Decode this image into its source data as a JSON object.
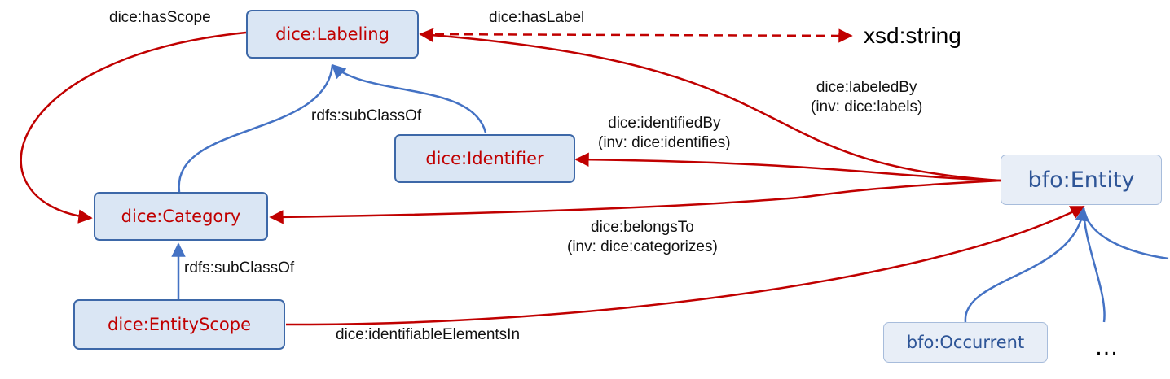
{
  "colors": {
    "dice_text": "#c00000",
    "dice_fill": "#dae6f4",
    "dice_border": "#3d68a8",
    "bfo_text": "#2e5597",
    "red_edge": "#c00000",
    "blue_edge": "#4472c4"
  },
  "nodes": {
    "labeling": "dice:Labeling",
    "identifier": "dice:Identifier",
    "category": "dice:Category",
    "entity_scope": "dice:EntityScope",
    "entity": "bfo:Entity",
    "occurrent": "bfo:Occurrent",
    "xsd_string": "xsd:string",
    "more": "…"
  },
  "edges": {
    "has_scope": "dice:hasScope",
    "has_label": "dice:hasLabel",
    "labeled_by": "dice:labeledBy",
    "labeled_by_inv": "(inv: dice:labels)",
    "subclass_identifier": "rdfs:subClassOf",
    "identified_by": "dice:identifiedBy",
    "identified_by_inv": "(inv: dice:identifies)",
    "belongs_to": "dice:belongsTo",
    "belongs_to_inv": "(inv: dice:categorizes)",
    "subclass_entityscope": "rdfs:subClassOf",
    "identifiable_elements_in": "dice:identifiableElementsIn"
  }
}
